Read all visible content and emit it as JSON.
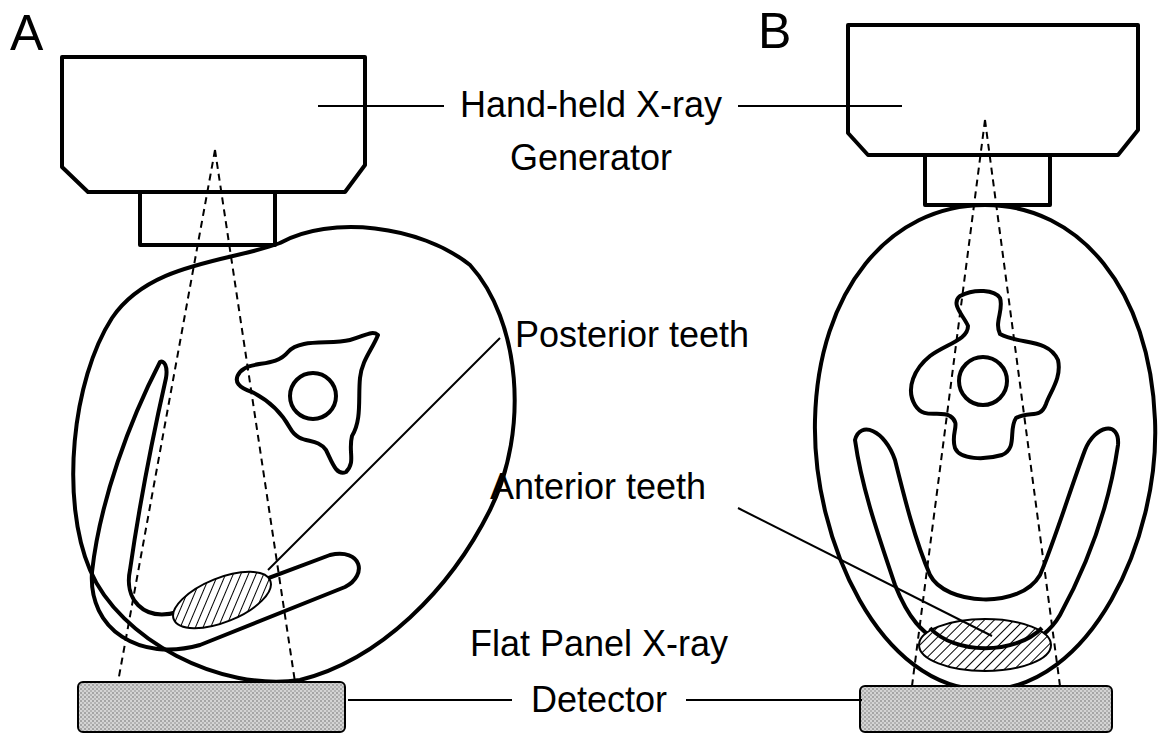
{
  "diagram": {
    "labels": [
      "A",
      "B",
      "Hand-held X-ray Generator",
      "Posterior teeth",
      "Anterior teeth",
      "Flat Panel X-ray Detector"
    ]
  }
}
